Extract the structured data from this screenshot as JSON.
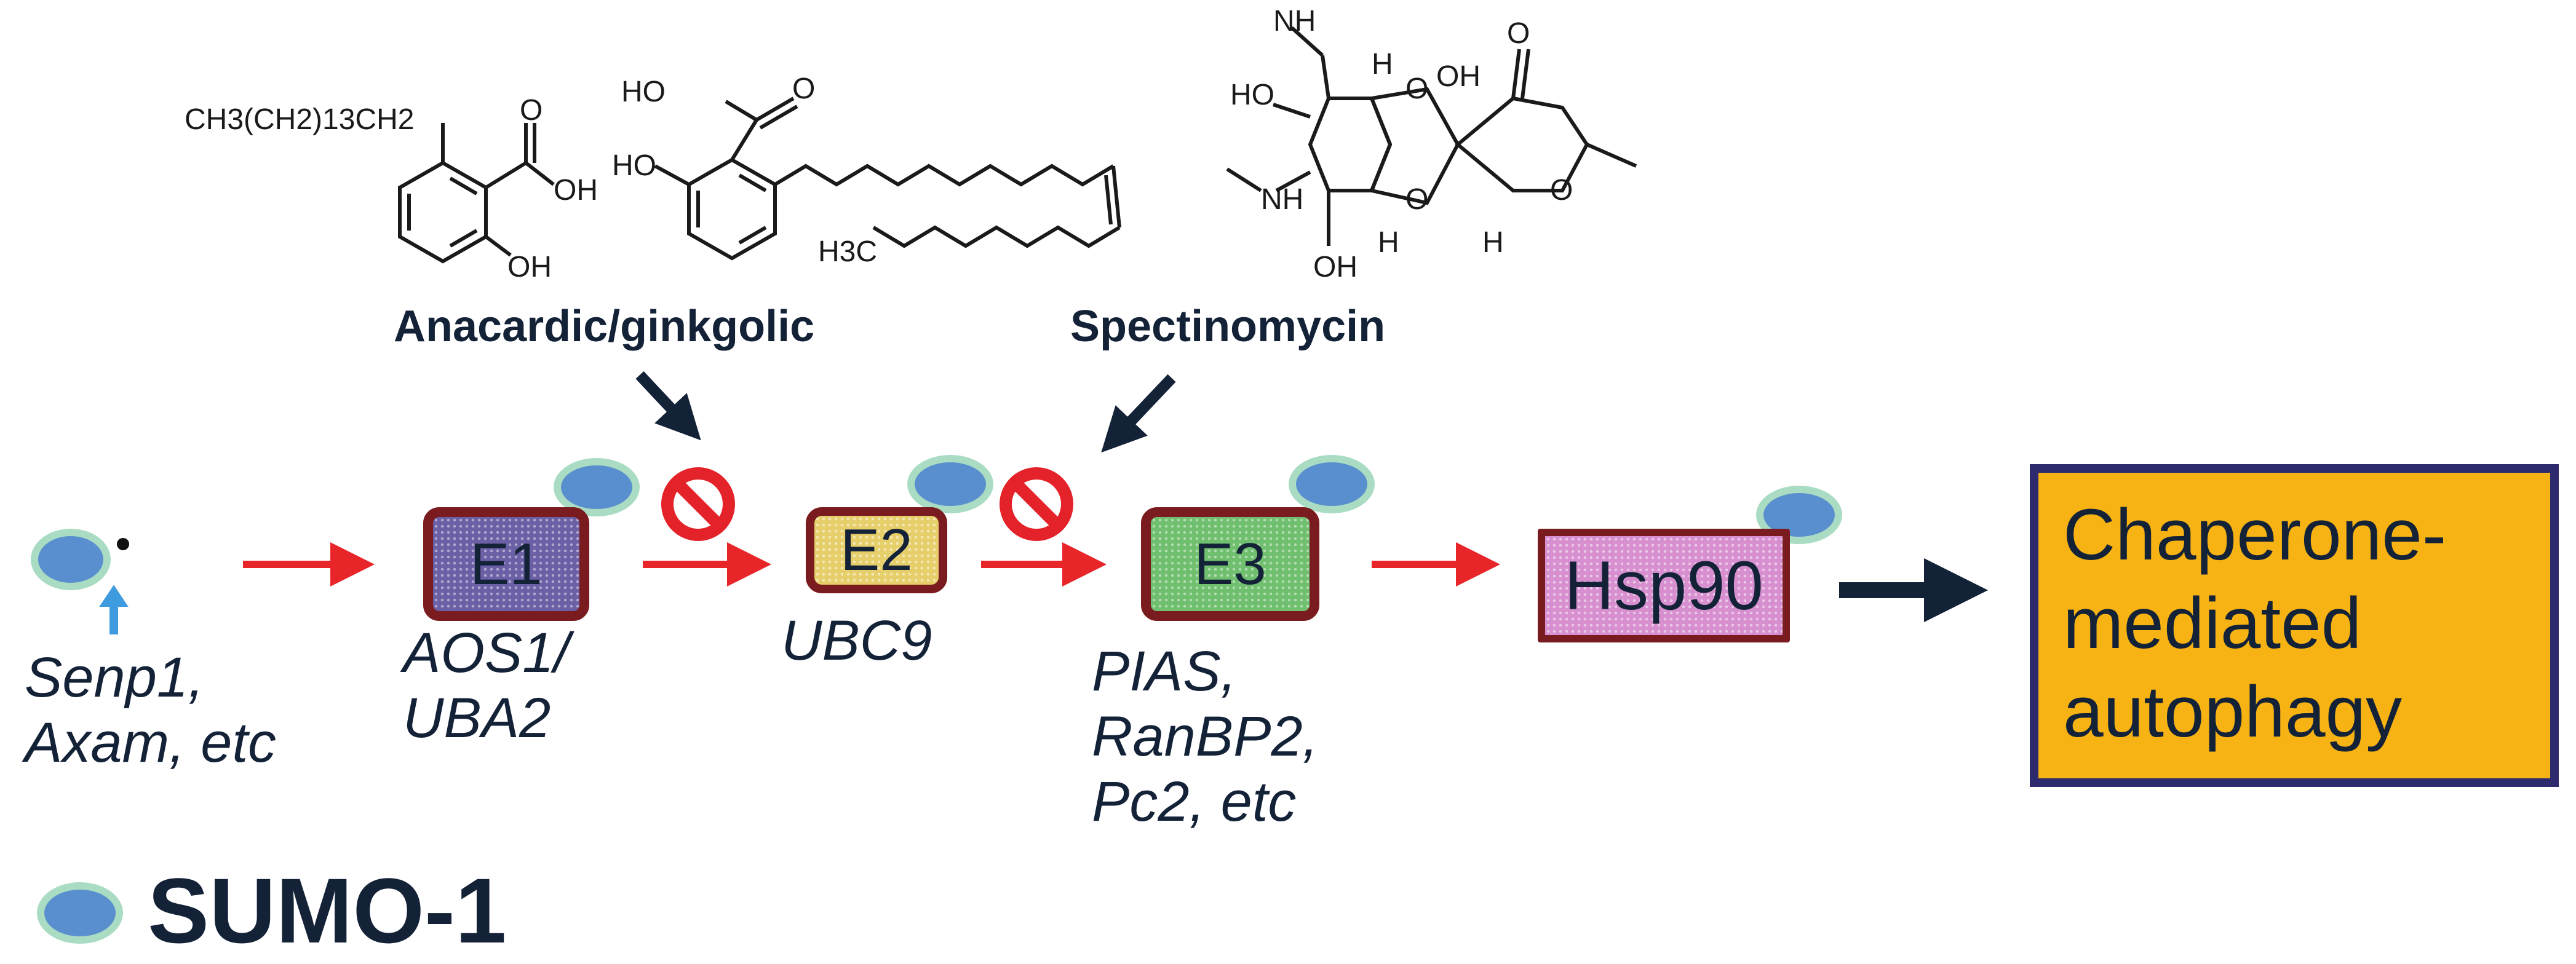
{
  "drugs": {
    "anacardic": {
      "label": "Anacardic/ginkgolic"
    },
    "spectinomycin": {
      "label": "Spectinomycin"
    }
  },
  "chem_text": {
    "ch3_chain": "CH3(CH2)13CH2",
    "o": "O",
    "oh": "OH",
    "ho": "HO",
    "h3c": "H3C",
    "nh": "NH",
    "h": "H"
  },
  "pathway": {
    "e1": {
      "label": "E1",
      "sublabel_line1": "AOS1/",
      "sublabel_line2": "UBA2"
    },
    "e2": {
      "label": "E2",
      "sublabel": "UBC9"
    },
    "e3": {
      "label": "E3",
      "sublabel_line1": "PIAS,",
      "sublabel_line2": "RanBP2,",
      "sublabel_line3": "Pc2, etc"
    },
    "hsp90": {
      "label": "Hsp90"
    },
    "start": {
      "line1": "Senp1,",
      "line2": "Axam, etc"
    }
  },
  "outcome": {
    "line1": "Chaperone-",
    "line2": "mediated",
    "line3": "autophagy"
  },
  "legend": {
    "label": "SUMO-1"
  },
  "colors": {
    "arrow_red": "#e8262a",
    "arrow_dark": "#142238",
    "sumo_fill": "#5a8fcf",
    "sumo_ring": "#a9dcc2",
    "outcome_fill": "#f6b313",
    "box_border": "#7a1c1f",
    "inhibit": "#e4222a"
  },
  "icons": [
    "no-entry-icon",
    "sumo-oval-icon",
    "up-arrow-icon"
  ]
}
